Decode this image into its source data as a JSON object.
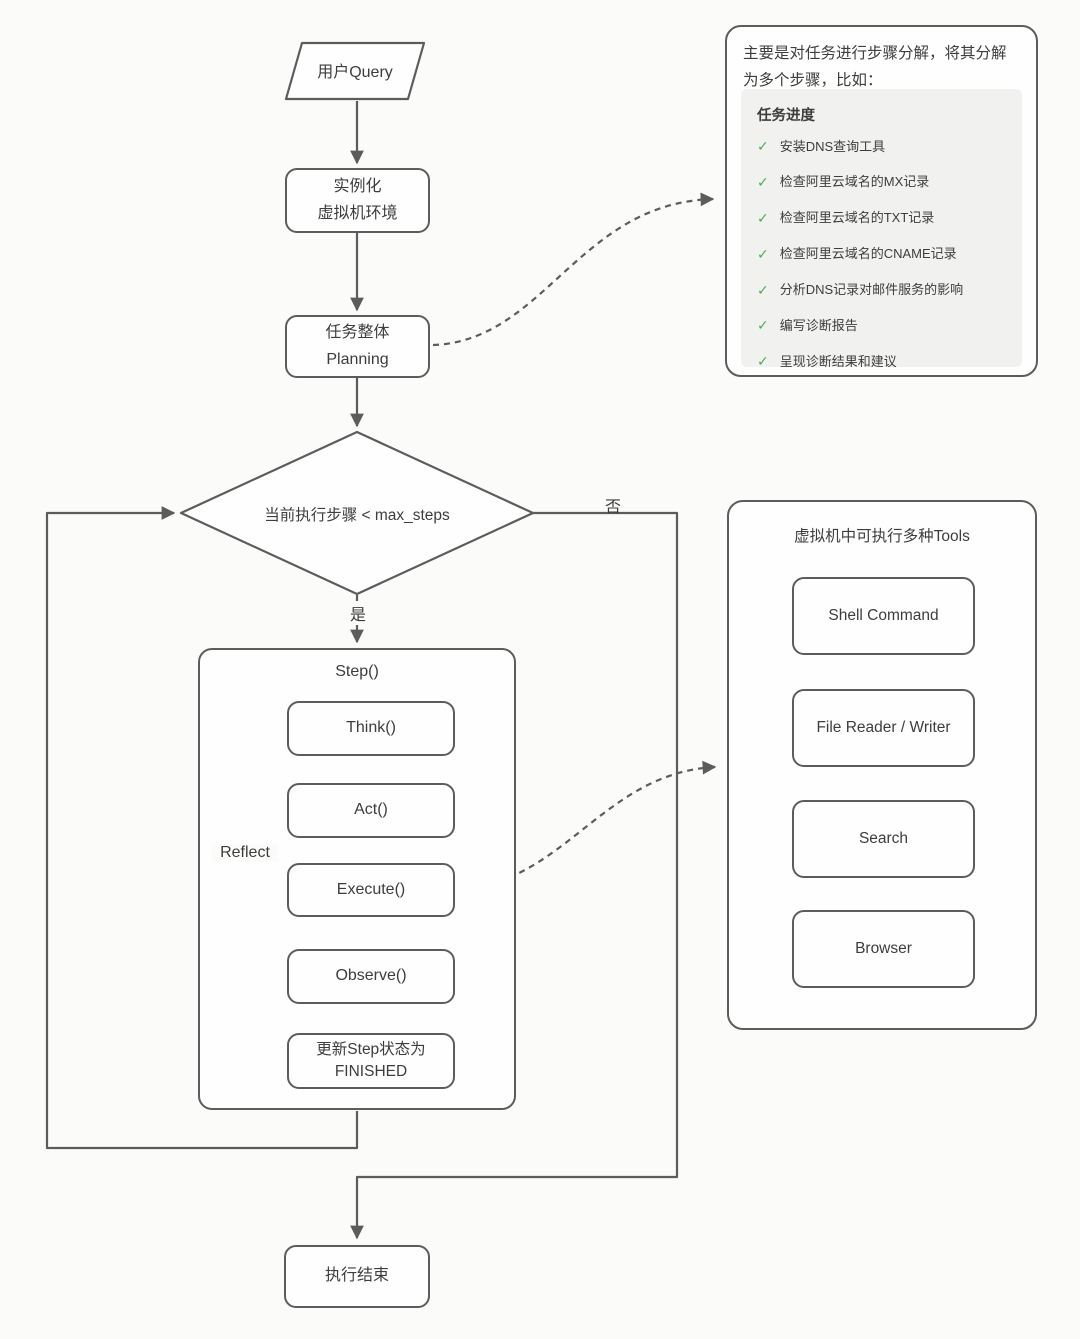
{
  "flow": {
    "user_query": "用户Query",
    "instantiate_line1": "实例化",
    "instantiate_line2": "虚拟机环境",
    "planning_line1": "任务整体",
    "planning_line2": "Planning",
    "decision": "当前执行步骤 < max_steps",
    "yes_label": "是",
    "no_label": "否",
    "step_title": "Step()",
    "think": "Think()",
    "act": "Act()",
    "execute": "Execute()",
    "observe": "Observe()",
    "finish_line1": "更新Step状态为",
    "finish_line2": "FINISHED",
    "reflect_label": "Reflect",
    "end": "执行结束"
  },
  "planning_panel": {
    "intro": "主要是对任务进行步骤分解，将其分解为多个步骤，比如：",
    "progress_title": "任务进度",
    "check_icon": "✓",
    "items": [
      "安装DNS查询工具",
      "检查阿里云域名的MX记录",
      "检查阿里云域名的TXT记录",
      "检查阿里云域名的CNAME记录",
      "分析DNS记录对邮件服务的影响",
      "编写诊断报告",
      "呈现诊断结果和建议"
    ]
  },
  "tools_panel": {
    "title": "虚拟机中可执行多种Tools",
    "tools": [
      "Shell Command",
      "File Reader / Writer",
      "Search",
      "Browser"
    ]
  },
  "colors": {
    "line": "#5c5c5c",
    "text": "#3d3d3d",
    "check_green": "#4caf50",
    "panel_bg": "#f1f1ef",
    "page_bg": "#fbfbfa"
  }
}
